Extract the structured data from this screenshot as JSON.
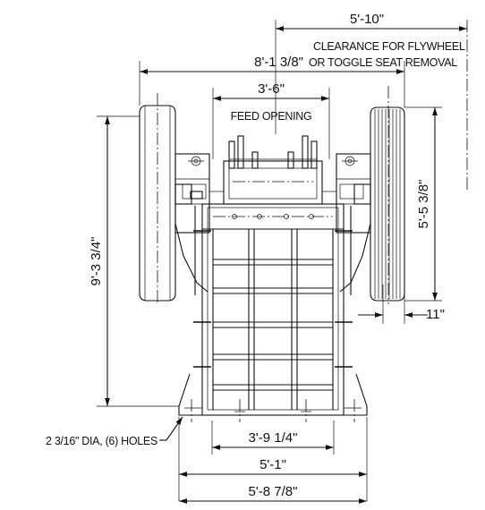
{
  "dimensions": {
    "clearance_width": "5'-10\"",
    "overall_flywheel_width": "8'-1 3/8\"",
    "feed_opening_width": "3'-6\"",
    "overall_height": "9'-3 3/4\"",
    "flywheel_diameter": "5'-5 3/8\"",
    "flywheel_offset": "11\"",
    "hole_spacing": "3'-9 1/4\"",
    "base_inner_width": "5'-1\"",
    "base_outer_width": "5'-8 7/8\""
  },
  "notes": {
    "clearance_line1": "CLEARANCE FOR FLYWHEEL",
    "clearance_line2": "OR TOGGLE SEAT REMOVAL",
    "feed_opening": "FEED OPENING",
    "holes": "2 3/16\" DIA, (6) HOLES"
  }
}
